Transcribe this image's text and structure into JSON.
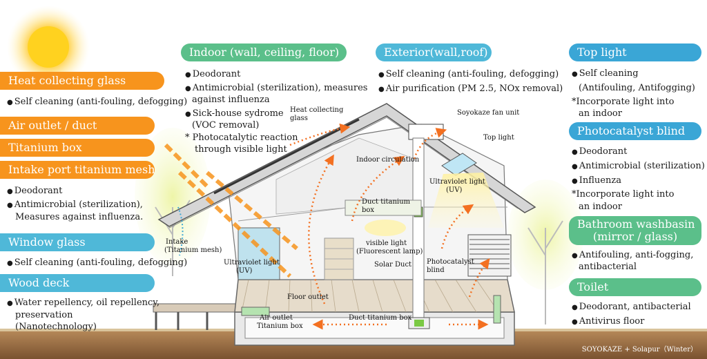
{
  "left": {
    "heat_glass": {
      "title": "Heat collecting glass",
      "items": [
        "Self cleaning (anti-fouling, defogging)"
      ]
    },
    "air_outlet": {
      "title": "Air outlet / duct"
    },
    "titanium_box": {
      "title": "Titanium box"
    },
    "intake_mesh": {
      "title": "Intake port titanium mesh",
      "items": [
        "Deodorant",
        "Antimicrobial (sterilization),",
        "Measures against influenza."
      ]
    },
    "window_glass": {
      "title": "Window glass",
      "items": [
        "Self cleaning (anti-fouling, defogging)"
      ]
    },
    "wood_deck": {
      "title": "Wood deck",
      "items": [
        "Water repellency, oil repellency,",
        "preservation",
        "(Nanotechnology)"
      ]
    }
  },
  "top": {
    "indoor": {
      "title": "Indoor (wall, ceiling, floor)",
      "items": [
        "Deodorant",
        "Antimicrobial (sterilization), measures",
        "against influenza",
        "Sick-house sydrome",
        "(VOC removal)",
        "Photocatalytic reaction",
        "through visible light"
      ]
    },
    "exterior": {
      "title": "Exterior(wall,roof)",
      "items": [
        "Self cleaning (anti-fouling, defogging)",
        "Air purification (PM 2.5, NOx removal)"
      ]
    }
  },
  "right": {
    "top_light": {
      "title": "Top light",
      "items": [
        "Self cleaning",
        "(Antifouling, Antifogging)",
        "Incorporate light into",
        "an indoor"
      ]
    },
    "blind": {
      "title": "Photocatalyst blind",
      "items": [
        "Deodorant",
        "Antimicrobial (sterilization)",
        "Influenza",
        "Incorporate light into",
        "an indoor"
      ]
    },
    "washbasin": {
      "title_1": "Bathroom washbasin",
      "title_2": "(mirror / glass)",
      "items": [
        "Antifouling, anti-fogging,",
        "antibacterial"
      ]
    },
    "toilet": {
      "title": "Toilet",
      "items": [
        "Deodorant, antibacterial",
        "Antivirus floor"
      ]
    }
  },
  "labels": {
    "heat_glass_1": "Heat collecting",
    "heat_glass_2": "glass",
    "fan_unit": "Soyokaze fan unit",
    "top_light": "Top light",
    "indoor_circulation": "Indoor circulation",
    "uv_light_1": "Ultraviolet light",
    "uv_light_2": "(UV)",
    "duct_box_1": "Duct titanium",
    "duct_box_2": "box",
    "intake_1": "Intake",
    "intake_2": "(Titanium mesh)",
    "uv_left_1": "Ultraviolet light",
    "uv_left_2": "(UV)",
    "visible_1": "visible light",
    "visible_2": "(Fluorescent lamp)",
    "solar_duct": "Solar Duct",
    "photo_blind_1": "Photocatalyst",
    "photo_blind_2": "blind",
    "floor_outlet": "Floor outlet",
    "air_outlet_1": "Air outlet",
    "air_outlet_2": "Titanium box",
    "duct_box_bottom": "Duct titanium box"
  },
  "credit": "SOYOKAZE + Solapur（Winter）",
  "colors": {
    "orange": "#f7941d",
    "teal": "#4fb8d8",
    "green": "#5bbf8a",
    "blue": "#3aa6d6"
  }
}
